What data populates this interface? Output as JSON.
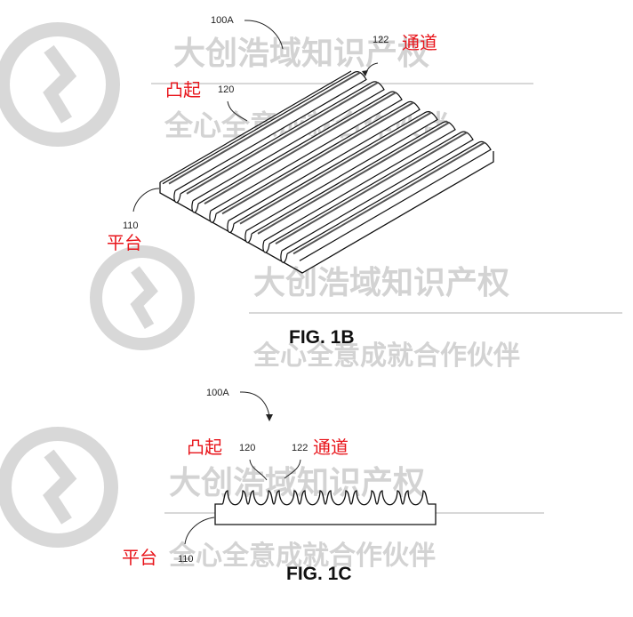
{
  "watermark": {
    "line1": "大创浩域知识产权",
    "line2": "全心全意成就合作伙伴"
  },
  "fig1b": {
    "ref_assembly": "100A",
    "ref_channel": "122",
    "label_channel": "通道",
    "label_bump": "凸起",
    "ref_bump": "120",
    "ref_platform": "110",
    "label_platform": "平台",
    "caption": "FIG. 1B"
  },
  "fig1c": {
    "ref_assembly": "100A",
    "label_bump": "凸起",
    "ref_bump": "120",
    "ref_channel": "122",
    "label_channel": "通道",
    "label_platform": "平台",
    "ref_platform": "110",
    "caption": "FIG. 1C"
  },
  "colors": {
    "annotation": "#e8151b",
    "watermark": "#d3d3d3"
  }
}
